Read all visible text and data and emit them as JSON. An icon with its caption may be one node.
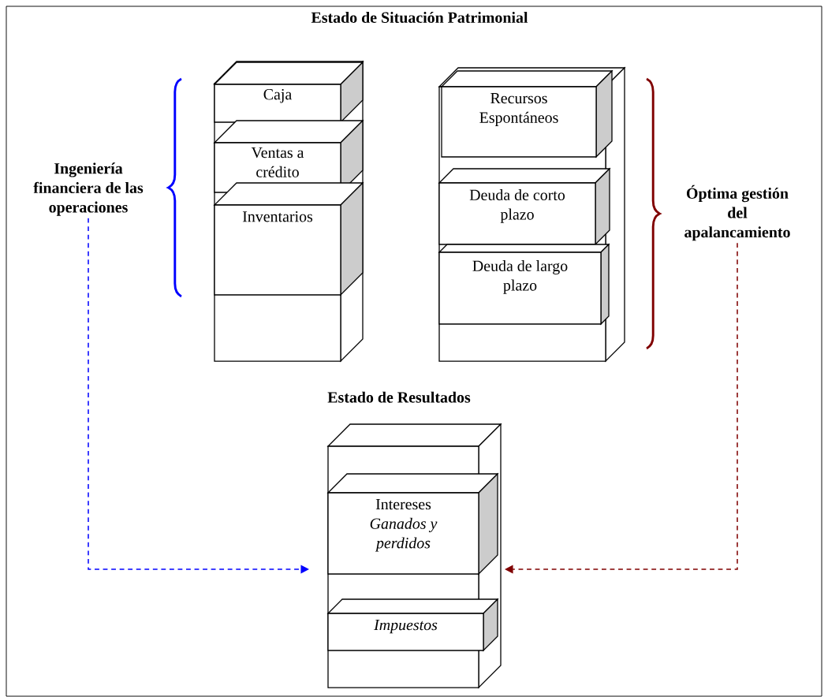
{
  "diagram": {
    "title": "Estado de Situación Patrimonial",
    "nodes": [
      {
        "text": [
          "Ingeniería financiera de las operaciones"
        ]
      },
      {
        "text": [],
        "shape": "box"
      },
      {
        "text": [
          "Caja"
        ],
        "in": 1
      },
      {
        "text": [
          "Ventas a crédito"
        ],
        "in": 1
      },
      {
        "text": [
          "Inventarios"
        ],
        "in": 1
      },
      {
        "text": [],
        "shape": "box"
      },
      {
        "text": [
          "Recursos Espontáneos"
        ],
        "in": 5
      },
      {
        "text": [
          "Deuda de corto plazo"
        ],
        "in": 5
      },
      {
        "text": [
          "Deuda de largo plazo"
        ],
        "in": 5
      },
      {
        "text": [
          "Óptima gestión del apalancamiento"
        ]
      },
      {
        "text": [
          "Estado de Resultados"
        ]
      },
      {
        "text": [
          "Intereses *Ganados y perdidos*"
        ],
        "in": 10
      },
      {
        "text": [
          "*Impuestos*"
        ],
        "in": 10
      }
    ],
    "edges": [
      {
        "from": 0,
        "to": 10,
        "arrow": "to",
        "style": "dashed",
        "color": "#0000ff"
      },
      {
        "from": 9,
        "to": 10,
        "arrow": "to",
        "style": "dashed",
        "color": "#800000"
      }
    ]
  }
}
